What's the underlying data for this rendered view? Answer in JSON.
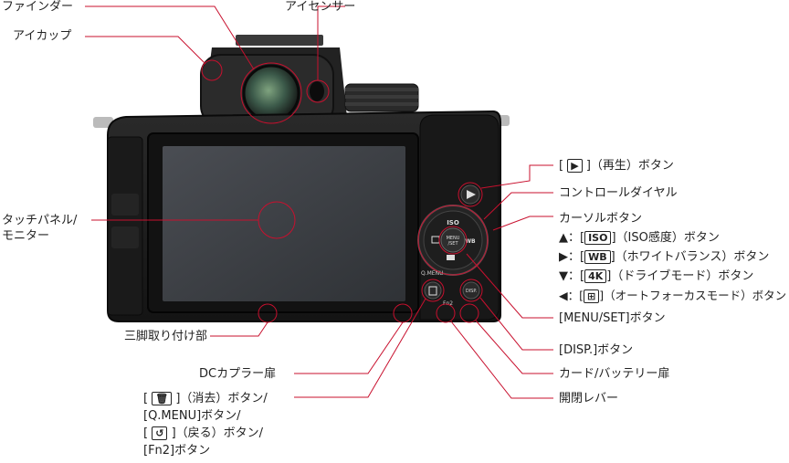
{
  "labels": {
    "finder": "ファインダー",
    "eyecup": "アイカップ",
    "eye_sensor": "アイセンサー",
    "touch_panel_1": "タッチパネル/",
    "touch_panel_2": "モニター",
    "tripod": "三脚取り付け部",
    "dc_coupler": "DCカプラー扉",
    "delete_1a": "[",
    "delete_1b": "]（消去）ボタン/",
    "delete_2": "[Q.MENU]ボタン/",
    "delete_3a": "[",
    "delete_3b": "]（戻る）ボタン/",
    "delete_4": "[Fn2]ボタン",
    "playback_a": "[",
    "playback_b": "]（再生）ボタン",
    "control_dial": "コントロールダイヤル",
    "cursor": "カーソルボタン",
    "cursor_up_a": "▲：[",
    "cursor_up_g": "ISO",
    "cursor_up_b": "]（ISO感度）ボタン",
    "cursor_right_a": "▶：[",
    "cursor_right_g": "WB",
    "cursor_right_b": "]（ホワイトバランス）ボタン",
    "cursor_down_a": "▼：[",
    "cursor_down_g": "4K",
    "cursor_down_b": "]（ドライブモード）ボタン",
    "cursor_left_a": "◀：[",
    "cursor_left_g": "⊞",
    "cursor_left_b": "]（オートフォーカスモード）ボタン",
    "menu_set": "[MENU/SET]ボタン",
    "disp": "[DISP.]ボタン",
    "card_battery": "カード/バッテリー扉",
    "release_lever": "開閉レバー"
  },
  "camera_marks": {
    "iso": "ISO",
    "menu_set_1": "MENU",
    "menu_set_2": "/SET",
    "wb": "WB",
    "disp": "DISP.",
    "qmenu": "Q.MENU",
    "fn2": "Fn2"
  },
  "colors": {
    "callout": "#c8102e",
    "body": "#1c1c1c",
    "screen": "#3c3f44"
  }
}
